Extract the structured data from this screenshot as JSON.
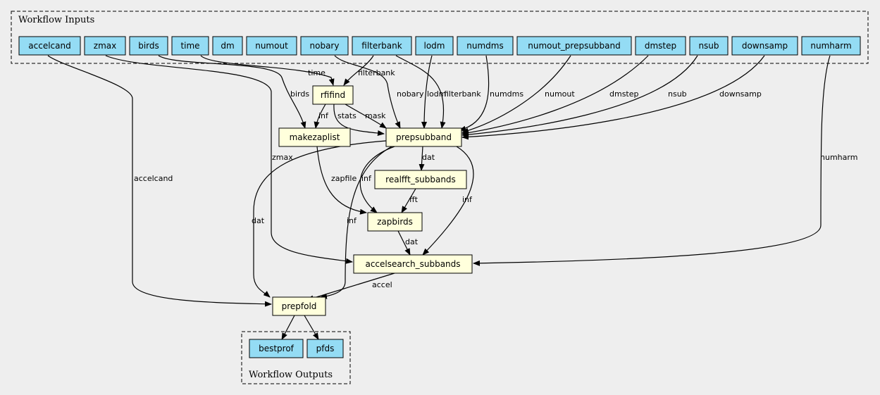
{
  "clusters": {
    "inputs_label": "Workflow Inputs",
    "outputs_label": "Workflow Outputs"
  },
  "inputs": [
    "accelcand",
    "zmax",
    "birds",
    "time",
    "dm",
    "numout",
    "nobary",
    "filterbank",
    "lodm",
    "numdms",
    "numout_prepsubband",
    "dmstep",
    "nsub",
    "downsamp",
    "numharm"
  ],
  "steps": [
    "rfifind",
    "makezaplist",
    "prepsubband",
    "realfft_subbands",
    "zapbirds",
    "accelsearch_subbands",
    "prepfold"
  ],
  "outputs": [
    "bestprof",
    "pfds"
  ],
  "edge_labels": {
    "time": "time",
    "filterbank_rfifind": "filterbank",
    "birds": "birds",
    "inf_rfi_makezap": "inf",
    "stats": "stats",
    "mask": "mask",
    "nobary": "nobary",
    "lodm": "lodm",
    "filterbank_prep": "filterbank",
    "numdms": "numdms",
    "numout": "numout",
    "dmstep": "dmstep",
    "nsub": "nsub",
    "downsamp": "downsamp",
    "zmax": "zmax",
    "accelcand": "accelcand",
    "numharm": "numharm",
    "dat_prep_realfft": "dat",
    "inf_prep_zap": "inf",
    "inf_prep_accel": "inf",
    "zapfile": "zapfile",
    "fft": "fft",
    "dat_zap_accel": "dat",
    "dat_prep_fold": "dat",
    "inf_prep_fold": "inf",
    "accel": "accel"
  }
}
